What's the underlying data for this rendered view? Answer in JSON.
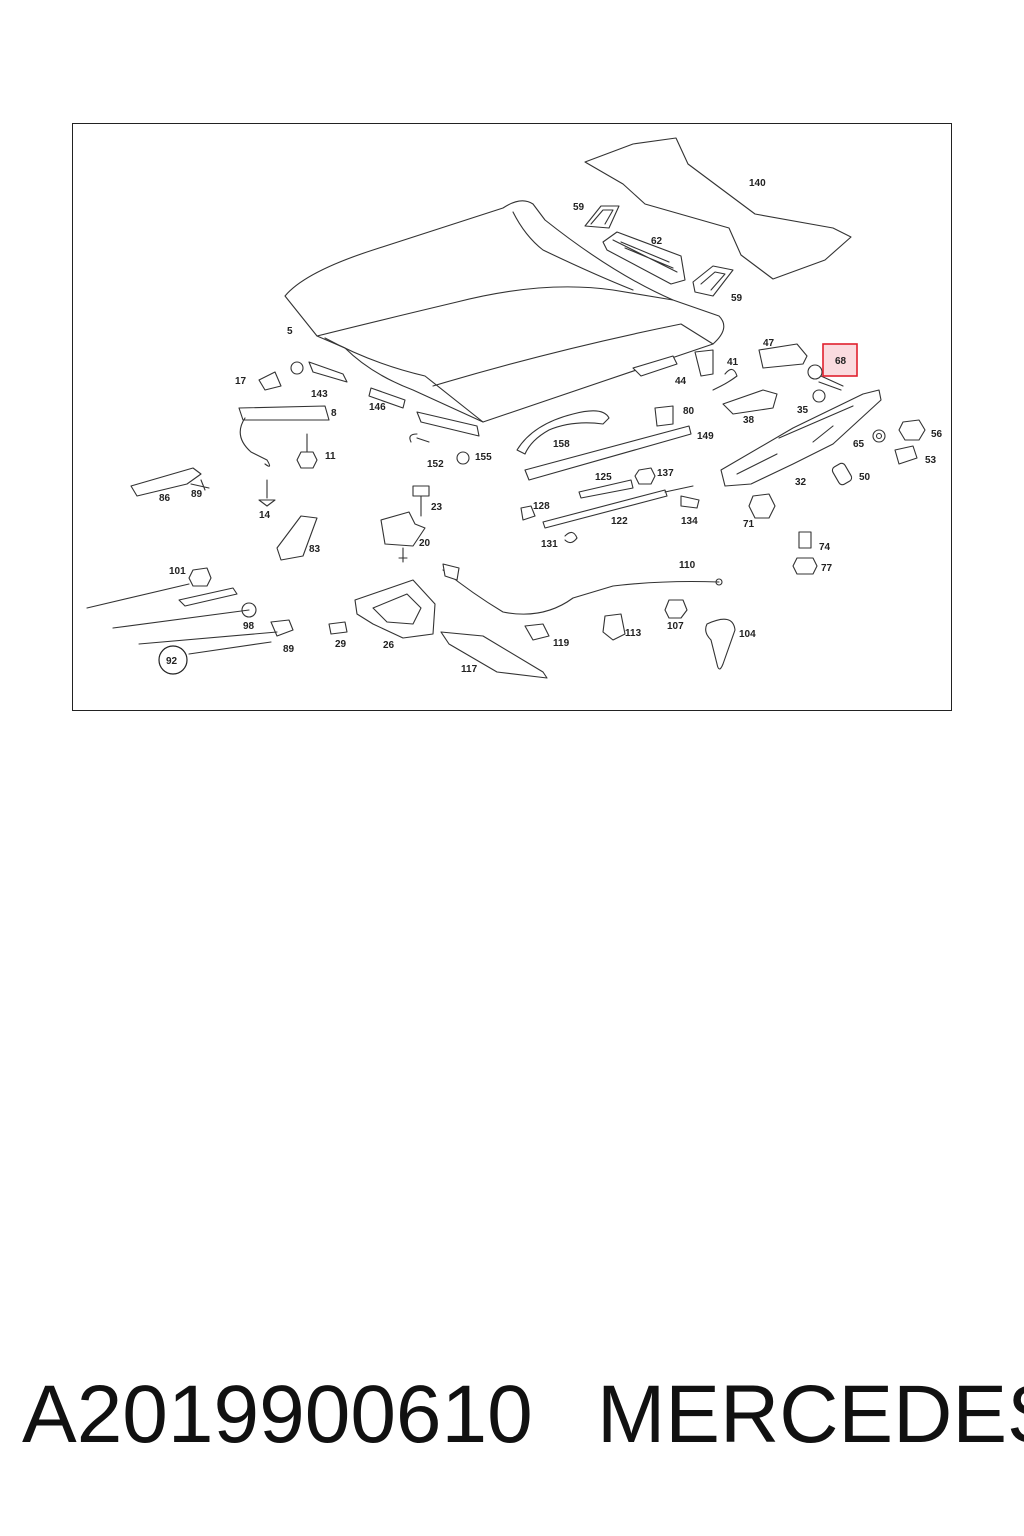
{
  "parts": {
    "p5": "5",
    "p8": "8",
    "p11": "11",
    "p14": "14",
    "p17": "17",
    "p20": "20",
    "p23": "23",
    "p26": "26",
    "p29": "29",
    "p32": "32",
    "p35": "35",
    "p38": "38",
    "p41": "41",
    "p44": "44",
    "p47": "47",
    "p50": "50",
    "p53": "53",
    "p56": "56",
    "p59a": "59",
    "p59b": "59",
    "p62": "62",
    "p65": "65",
    "p68": "68",
    "p71": "71",
    "p74": "74",
    "p77": "77",
    "p80": "80",
    "p83": "83",
    "p86": "86",
    "p89a": "89",
    "p89b": "89",
    "p92": "92",
    "p98": "98",
    "p101": "101",
    "p104": "104",
    "p107": "107",
    "p110": "110",
    "p113": "113",
    "p117": "117",
    "p119": "119",
    "p122": "122",
    "p125": "125",
    "p128": "128",
    "p131": "131",
    "p134": "134",
    "p137": "137",
    "p140": "140",
    "p143": "143",
    "p146": "146",
    "p149": "149",
    "p152": "152",
    "p155": "155",
    "p158": "158"
  },
  "highlighted_part": "68",
  "highlight_color": "#e0202e",
  "footer": {
    "part_number": "A2019900610",
    "brand": "MERCEDES"
  }
}
